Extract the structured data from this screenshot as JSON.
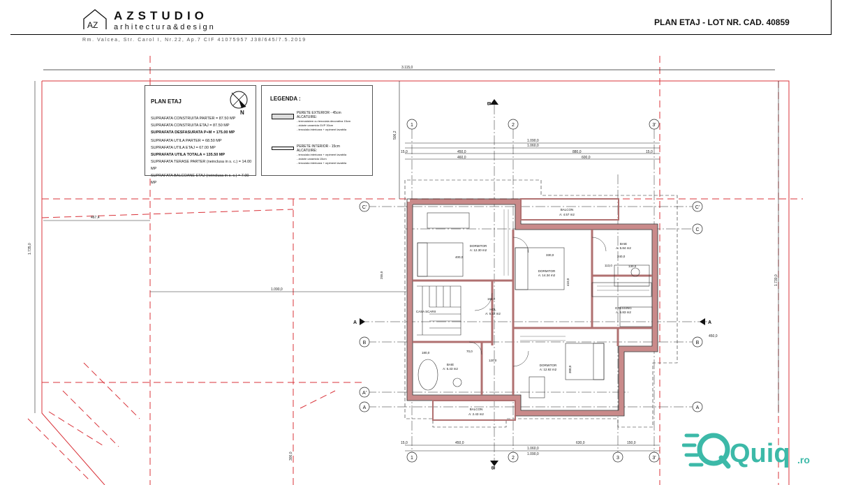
{
  "header": {
    "brand": "AZSTUDIO",
    "tagline": "arhitectura&design",
    "logo_text": "AZ",
    "sheet_title": "PLAN ETAJ   -   LOT NR. CAD. 40859",
    "address": "Rm. Valcea, Str. Carol I, Nr.22, Ap.7 CIF 41075957 J38/645/7.5.2019"
  },
  "info": {
    "title": "PLAN ETAJ",
    "north": "N",
    "lines": [
      {
        "text": "SUPRAFATA CONSTRUITA PARTER = 87.50 MP",
        "bold": false
      },
      {
        "text": "SUPRAFATA CONSTRUITA ETAJ = 87.50 MP",
        "bold": false
      },
      {
        "text": "SUPRAFATA DESFASURATA P+M = 175.00 MP",
        "bold": true
      },
      {
        "text": "SUPRAFATA UTILA PARTER = 68.50 MP",
        "bold": false
      },
      {
        "text": "SUPRAFATA UTILA ETAJ = 67.00 MP",
        "bold": false
      },
      {
        "text": "SUPRAFATA UTILA TOTALA = 135.50 MP",
        "bold": true
      },
      {
        "text": "SUPRAFATA TERASE PARTER (neinclusa in s. c.) = 14.00 MP",
        "bold": false
      },
      {
        "text": "SUPRAFATA BALCOANE ETAJ (neinclusa in s. c.) = 7.00 MP",
        "bold": false
      }
    ]
  },
  "legend": {
    "title": "LEGENDA :",
    "ext_title": "PERETE EXTERIOR - 45cm",
    "ext_sub": "ALCATUIRE:",
    "ext_lines": [
      "- termosistem cu tencuiala decorativa 15cm",
      "- zidarie caramida GVP 30cm",
      "- tencuiala interioara + orpiment lavabila"
    ],
    "int_title": "PERETE INTERIOR - 15cm",
    "int_sub": "ALCATUIRE:",
    "int_lines": [
      "- tencuiala interioara + orpiment lavabila",
      "- zidarie caramida 15cm",
      "- tencuiala interioara + orpiment lavabila"
    ]
  },
  "plan": {
    "colors": {
      "wall": "#c98a8a",
      "red": "#d9333a",
      "line": "#222"
    },
    "rooms": [
      {
        "name": "DORMITOR",
        "area": "A: 12.30 m2"
      },
      {
        "name": "DORMITOR",
        "area": "A: 14.34 m2"
      },
      {
        "name": "DORMITOR",
        "area": "A: 12.92 m2"
      },
      {
        "name": "BALCON",
        "area": "A: 4.57 m2"
      },
      {
        "name": "BALCON",
        "area": "A: 2.43 m2"
      },
      {
        "name": "BAIE",
        "area": "A: 5.84 m2"
      },
      {
        "name": "BAIE",
        "area": "A: 5.43 m2"
      },
      {
        "name": "DRESSING",
        "area": "A: 5.83 m2"
      },
      {
        "name": "HOL",
        "area": "A: 5.32 m2"
      },
      {
        "name": "CASA SCARII",
        "area": ""
      }
    ],
    "axis_numbers": [
      "1",
      "2",
      "3'",
      "1",
      "2",
      "3",
      "3'"
    ],
    "axis_letters_left": [
      "C'",
      "B",
      "A'",
      "A"
    ],
    "axis_letters_right": [
      "C'",
      "C",
      "B",
      "A"
    ],
    "section_labels": [
      "B",
      "B",
      "A",
      "A"
    ],
    "dims": {
      "overall": "3.115,0",
      "d1": "1.090,0",
      "d2": "1.060,0",
      "d3": "15,0",
      "d4": "450,0",
      "d5": "460,0",
      "d6": "600,0",
      "d7": "880,0",
      "d8": "15,0",
      "d9": "1.060,0",
      "d10": "1.090,0",
      "d11": "450,0",
      "d12": "630,0",
      "d13": "150,0",
      "d14": "15,0",
      "left1": "467,4",
      "left2": "1.735,0",
      "mid": "1.090,0",
      "right1": "1.730,0",
      "right2": "450,0",
      "top_v": "506,2",
      "bottom_v": "300,0",
      "r400": "400,0",
      "r330": "330,0",
      "r240": "240,0",
      "r130": "130,0",
      "r410": "410,0",
      "r150": "150,0",
      "r120": "120,0",
      "r180": "180,0",
      "r70": "70,0",
      "r113": "113,0",
      "r300": "300,0",
      "r120b": "120,0",
      "r150b": "150,0",
      "r255": "255,0"
    }
  },
  "watermark": {
    "brand": "Quiq",
    "suffix": ".ro"
  }
}
